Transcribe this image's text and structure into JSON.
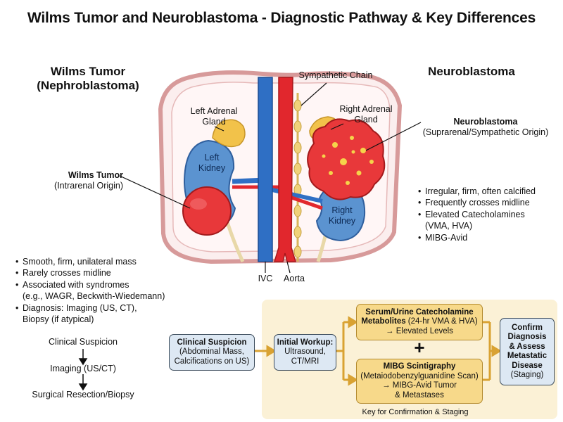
{
  "title": "Wilms Tumor and Neuroblastoma - Diagnostic Pathway & Key Differences",
  "left_heading": {
    "line1": "Wilms Tumor",
    "line2": "(Nephroblastoma)"
  },
  "right_heading": "Neuroblastoma",
  "anatomy": {
    "sympathetic_chain": "Sympathetic Chain",
    "left_adrenal": {
      "line1": "Left Adrenal",
      "line2": "Gland"
    },
    "right_adrenal": {
      "line1": "Right Adrenal",
      "line2": "Gland"
    },
    "left_kidney": {
      "line1": "Left",
      "line2": "Kidney"
    },
    "right_kidney": {
      "line1": "Right",
      "line2": "Kidney"
    },
    "ivc": "IVC",
    "aorta": "Aorta",
    "wilms_label": {
      "name": "Wilms Tumor",
      "origin": "(Intrarenal Origin)"
    },
    "neuro_label": {
      "name": "Neuroblastoma",
      "origin": "(Suprarenal/Sympathetic Origin)"
    }
  },
  "neuro_features": [
    "Irregular, firm, often calcified",
    "Frequently crosses midline",
    "Elevated Catecholamines",
    "(VMA, HVA)",
    "MIBG-Avid"
  ],
  "wilms_features": [
    "Smooth, firm, unilateral mass",
    "Rarely crosses midline",
    "Associated with syndromes",
    "(e.g., WAGR, Beckwith-Wiedemann)",
    "Diagnosis: Imaging (US, CT),",
    "Biopsy (if atypical)"
  ],
  "wilms_pathway": [
    "Clinical Suspicion",
    "Imaging (US/CT)",
    "Surgical Resection/Biopsy"
  ],
  "flow": {
    "clinical": {
      "title": "Clinical Suspicion",
      "line1": "(Abdominal Mass,",
      "line2": "Calcifications on US)"
    },
    "workup": {
      "title": "Initial Workup:",
      "line1": "Ultrasound,",
      "line2": "CT/MRI"
    },
    "catechol": {
      "title1": "Serum/Urine Catecholamine",
      "title2": "Metabolites",
      "title_tail": " (24-hr VMA & HVA)",
      "line3": "→ Elevated Levels"
    },
    "plus": "+",
    "mibg": {
      "title": "MIBG Scintigraphy",
      "line2": "(Metaiodobenzylguanidine Scan)",
      "line3": "→ MIBG-Avid Tumor",
      "line4": "& Metastases"
    },
    "confirm": {
      "line1": "Confirm",
      "line2": "Diagnosis",
      "line3": "& Assess",
      "line4": "Metastatic",
      "line5": "Disease",
      "line6": "(Staging)"
    },
    "key_caption": "Key for Confirmation & Staging"
  },
  "colors": {
    "kidney": "#5b93d0",
    "tumor_red": "#e8383a",
    "aorta": "#e1272d",
    "ivc": "#2f6fc4",
    "adrenal": "#f2c24a",
    "panel": "#fbf1d6",
    "box_blue": "#dde8f3",
    "box_gold": "#f7d98a"
  }
}
